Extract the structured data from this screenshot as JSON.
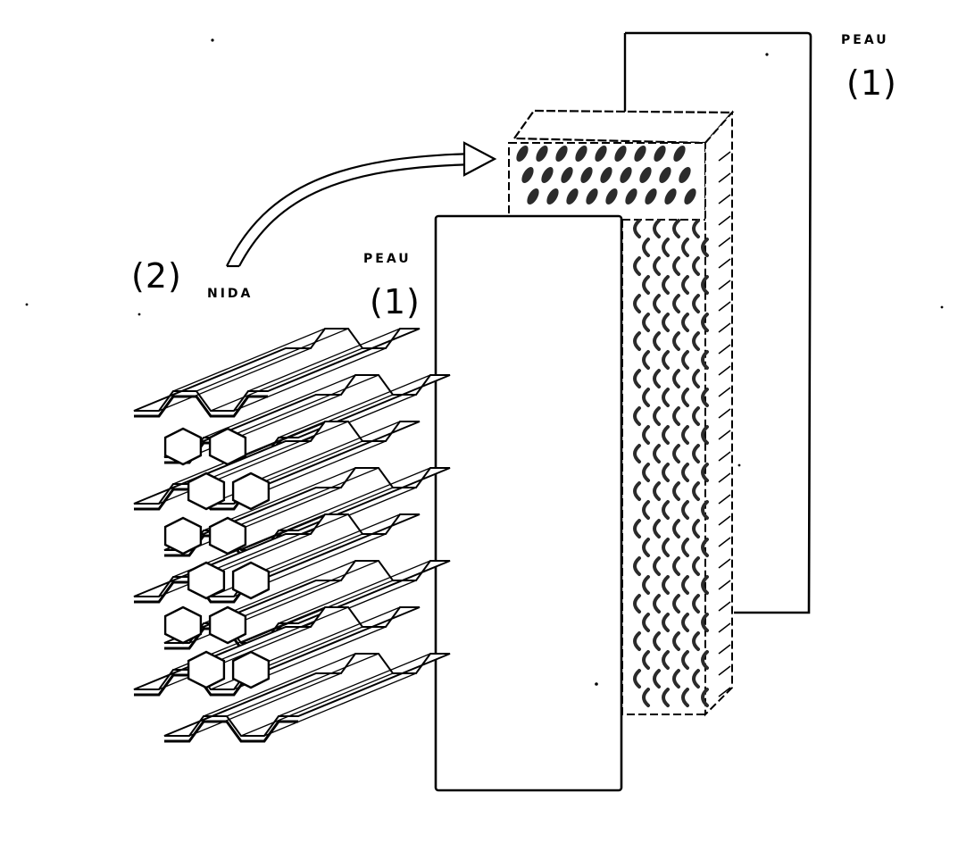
{
  "diagram": {
    "labels": {
      "skin_top_word": "PEAU",
      "skin_top_index": "(1)",
      "skin_front_word": "PEAU",
      "skin_front_index": "(1)",
      "core_index": "(2)",
      "core_word": "NIDA"
    },
    "colors": {
      "ink": "#000000",
      "paper": "#ffffff",
      "cell": "#2b2b2b"
    },
    "parts": [
      "back-skin-panel",
      "honeycomb-core-block",
      "front-skin-panel",
      "honeycomb-detail",
      "assembly-arrow"
    ]
  }
}
